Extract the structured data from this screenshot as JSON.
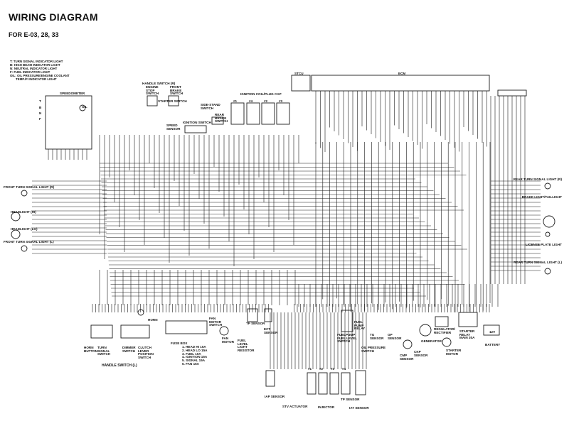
{
  "header": {
    "title": "WIRING DIAGRAM",
    "subtitle": "FOR E-03, 28, 33"
  },
  "legend": [
    "T: TURN SIGNAL INDICATOR LIGHT",
    "B: HIGH BEAM INDICATOR LIGHT",
    "N: NEUTRAL INDICATOR LIGHT",
    "F: FUEL INDICATOR LIGHT",
    "OIL: OIL PRESSURE/ENGINE COOLANT",
    "TEMP./FI INDICATOR LIGHT"
  ],
  "components": {
    "speedometer": "SPEEDOMETER",
    "speedo_pins": [
      "T",
      "B",
      "N",
      "F"
    ],
    "speedo_oil": "OIL",
    "handle_switch_r": "HANDLE SWITCH (R)",
    "engine_stop_switch": [
      "ENGINE",
      "STOP",
      "SWITCH"
    ],
    "front_brake_switch": [
      "FRONT",
      "BRAKE",
      "SWITCH"
    ],
    "starter_switch": "STARTER SWITCH",
    "side_stand_switch": [
      "SIDE-STAND",
      "SWITCH"
    ],
    "ignition_switch": "IGNITION SWITCH",
    "speed_sensor": [
      "SPEED",
      "SENSOR"
    ],
    "rear_brake_switch": [
      "REAR",
      "BRAKE",
      "SWITCH"
    ],
    "ignition_coil": "IGNITION COIL/PLUG CAP",
    "coil_pins": [
      "#1",
      "#4",
      "#2",
      "#3"
    ],
    "stcu": "STCU",
    "ecm": "ECM",
    "front_turn_r": "FRONT TURN SIGNAL LIGHT (R)",
    "headlight_hi": "HEADLIGHT (HI)",
    "headlight_lo": "HEADLIGHT (LO)",
    "front_turn_l": "FRONT TURN SIGNAL LIGHT (L)",
    "rear_turn_r": "REAR TURN SIGNAL LIGHT (R)",
    "brake_tail": "BRAKE LIGHT/TAILLIGHT",
    "license_plate": "LICENSE PLATE LIGHT",
    "rear_turn_l": "REAR TURN SIGNAL LIGHT (L)",
    "horn_small": "HORN",
    "horn_button": [
      "HORN",
      "BUTTON"
    ],
    "turn_signal_switch": [
      "TURN",
      "SIGNAL",
      "SWITCH"
    ],
    "dimmer_switch": [
      "DIMMER",
      "SWITCH"
    ],
    "clutch_lever_switch": [
      "CLUTCH",
      "LEVER",
      "POSITION",
      "SWITCH"
    ],
    "handle_switch_l": "HANDLE SWITCH (L)",
    "fuse_box": "FUSE BOX",
    "fuses": [
      "1. HEAD HI   15A",
      "2. HEAD LO   15A",
      "3. FUEL      10A",
      "4. IGNITION  15A",
      "5. SIGNAL    15A",
      "6. FAN       15A"
    ],
    "fan_motor_switch": [
      "FAN",
      "MOTOR",
      "SWITCH"
    ],
    "fan_motor": [
      "FAN",
      "MOTOR"
    ],
    "fuel_level_resistor": [
      "FUEL",
      "LEVEL",
      "LIGHT",
      "RESISTOR"
    ],
    "tp_sensor": "TP SENSOR",
    "ect_sensor": [
      "ECT",
      "SENSOR"
    ],
    "fuel_pump_relay": [
      "FUEL",
      "PUMP",
      "RELAY"
    ],
    "fuelpump_level_switch": [
      "FUELPUMP",
      "FUEL LEVEL",
      "SWITCH"
    ],
    "tg_sensor": [
      "TG",
      "SENSOR"
    ],
    "gp_sensor": [
      "GP",
      "SENSOR"
    ],
    "oil_pressure_switch": [
      "OIL PRESSURE",
      "SWITCH"
    ],
    "cmp_sensor": [
      "CMP",
      "SENSOR"
    ],
    "generator": "GENERATOR",
    "ckp_sensor": [
      "CKP",
      "SENSOR"
    ],
    "regulator": [
      "REGULATOR/",
      "RECTIFIER"
    ],
    "starter_relay": [
      "STARTER",
      "RELAY",
      "MAIN 30A"
    ],
    "battery": "BATTERY",
    "battery_volts": "12V",
    "starter_motor": [
      "STARTER",
      "MOTOR"
    ],
    "iap_sensor": "IAP SENSOR",
    "stv_actuator": "STV ACTUATOR",
    "injector": "INJECTOR",
    "injector_pins": [
      "#1",
      "#2",
      "#3",
      "#4"
    ],
    "iat_sensor": "IAT SENSOR",
    "tp_sensor_small": "TP SENSOR"
  },
  "colors": {
    "line": "#1a1a1a",
    "background": "#ffffff"
  }
}
